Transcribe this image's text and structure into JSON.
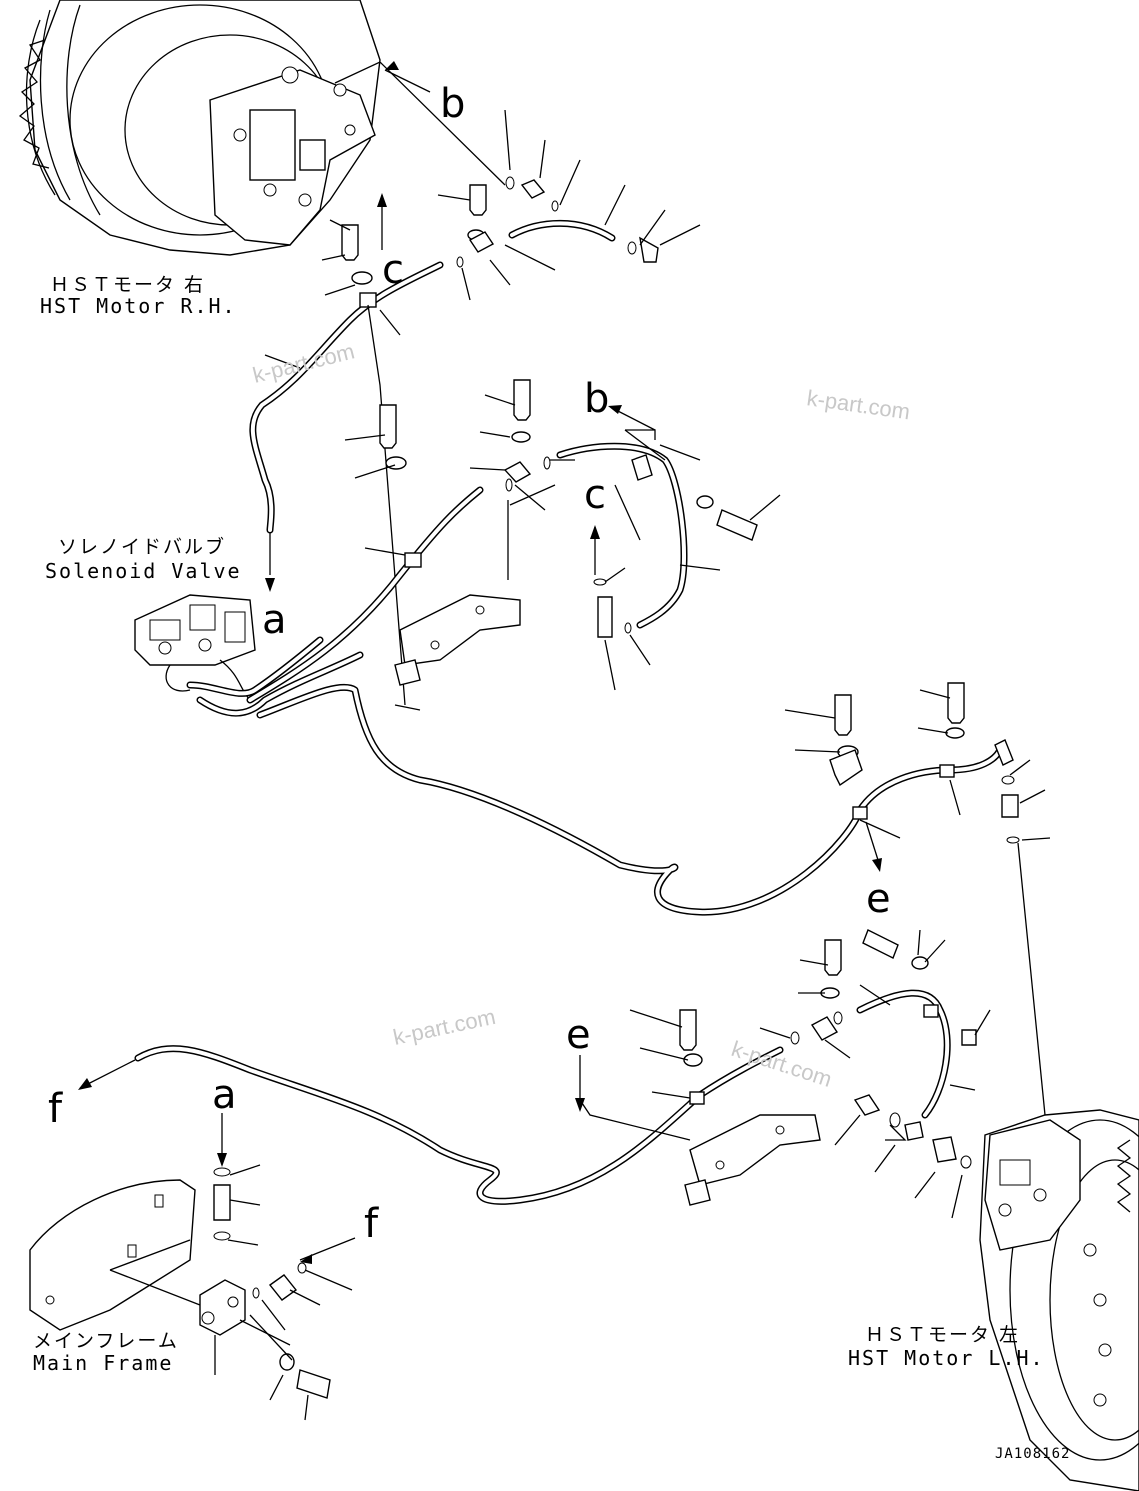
{
  "labels": {
    "motor_rh_jp": "ＨＳＴモータ 右",
    "motor_rh_en": "HST Motor R.H.",
    "solenoid_jp": "ソレノイドバルブ",
    "solenoid_en": "Solenoid Valve",
    "main_frame_jp": "メインフレーム",
    "main_frame_en": "Main Frame",
    "motor_lh_jp": "ＨＳＴモータ 左",
    "motor_lh_en": "HST Motor L.H."
  },
  "refs": {
    "b1": "b",
    "c1": "c",
    "b2": "b",
    "c2": "c",
    "a1": "a",
    "e1": "e",
    "e2": "e",
    "f1": "f",
    "a2": "a",
    "f2": "f"
  },
  "watermarks": [
    "k-part.com",
    "k-part.com",
    "k-part.com",
    "k-part.com"
  ],
  "drawing_code": "JA108162"
}
